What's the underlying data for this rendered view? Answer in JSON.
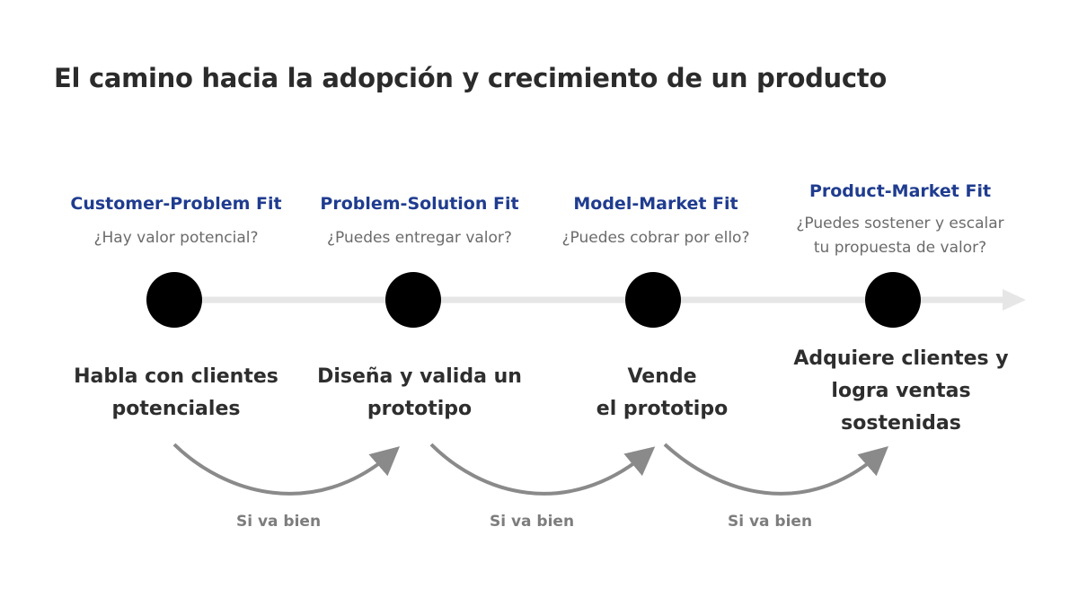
{
  "title": "El camino hacia la adopción y crecimiento de un producto",
  "colors": {
    "stage_label": "#1f3c8f",
    "node": "#000000",
    "timeline": "#e6e6e6",
    "curve_arrow": "#8a8a8a",
    "question": "#6b6b6b"
  },
  "stages": [
    {
      "label": "Customer-Problem Fit",
      "question": "¿Hay valor potencial?",
      "action": "Habla con clientes\npotenciales"
    },
    {
      "label": "Problem-Solution Fit",
      "question": "¿Puedes entregar valor?",
      "action": "Diseña y valida un\nprototipo"
    },
    {
      "label": "Model-Market Fit",
      "question": "¿Puedes cobrar por ello?",
      "action": "Vende\nel prototipo"
    },
    {
      "label": "Product-Market Fit",
      "question": "¿Puedes sostener y escalar\ntu propuesta de valor?",
      "action": "Adquiere clientes y\nlogra ventas\nsostenidas"
    }
  ],
  "connectors": [
    {
      "label": "Si va bien"
    },
    {
      "label": "Si va bien"
    },
    {
      "label": "Si va bien"
    }
  ]
}
